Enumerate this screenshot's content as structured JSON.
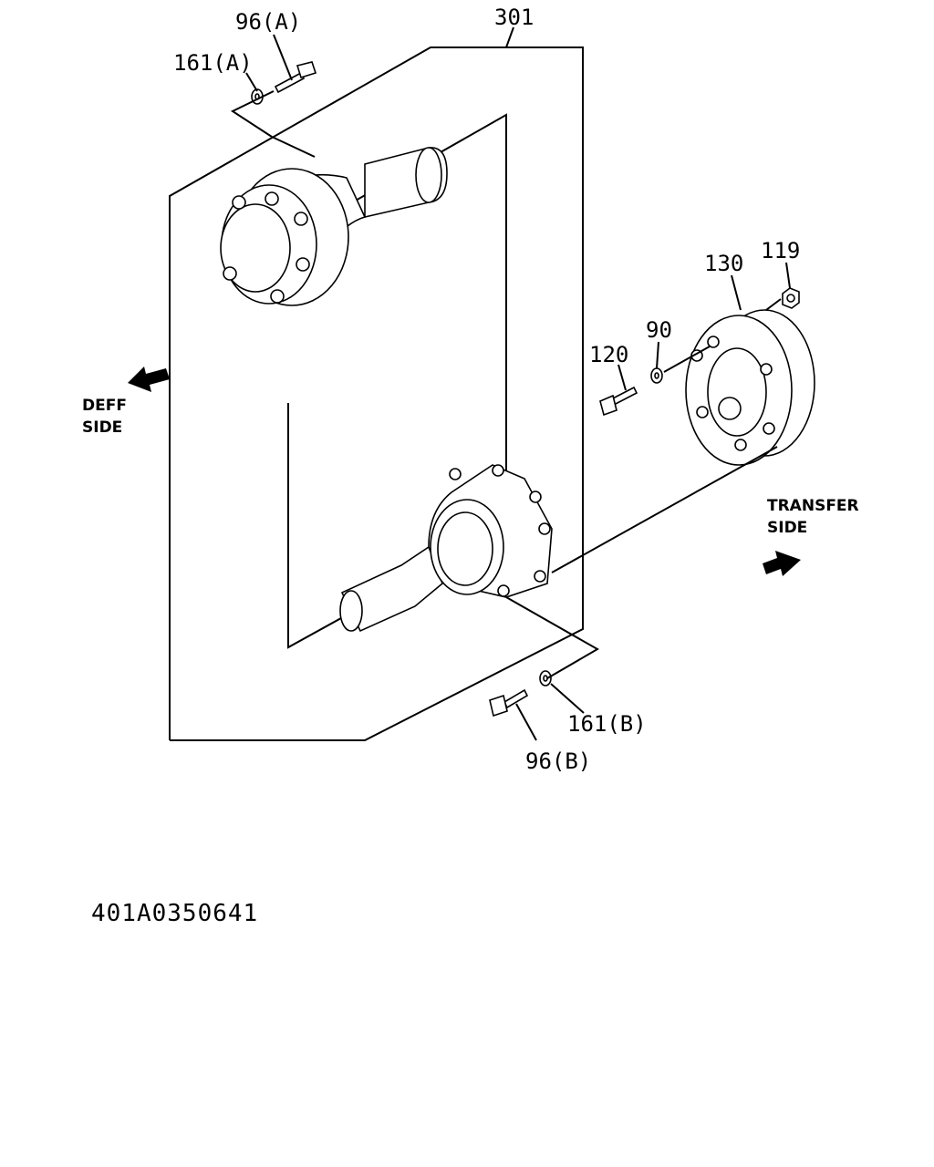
{
  "labels": {
    "assembly": "301",
    "bolt_a": "96(A)",
    "washer_a": "161(A)",
    "flange": "130",
    "nut": "119",
    "bolt_center": "120",
    "washer_center": "90",
    "washer_b": "161(B)",
    "bolt_b": "96(B)"
  },
  "sides": {
    "deff_line1": "DEFF",
    "deff_line2": "SIDE",
    "transfer_line1": "TRANSFER",
    "transfer_line2": "SIDE"
  },
  "drawing_number": "401A0350641"
}
